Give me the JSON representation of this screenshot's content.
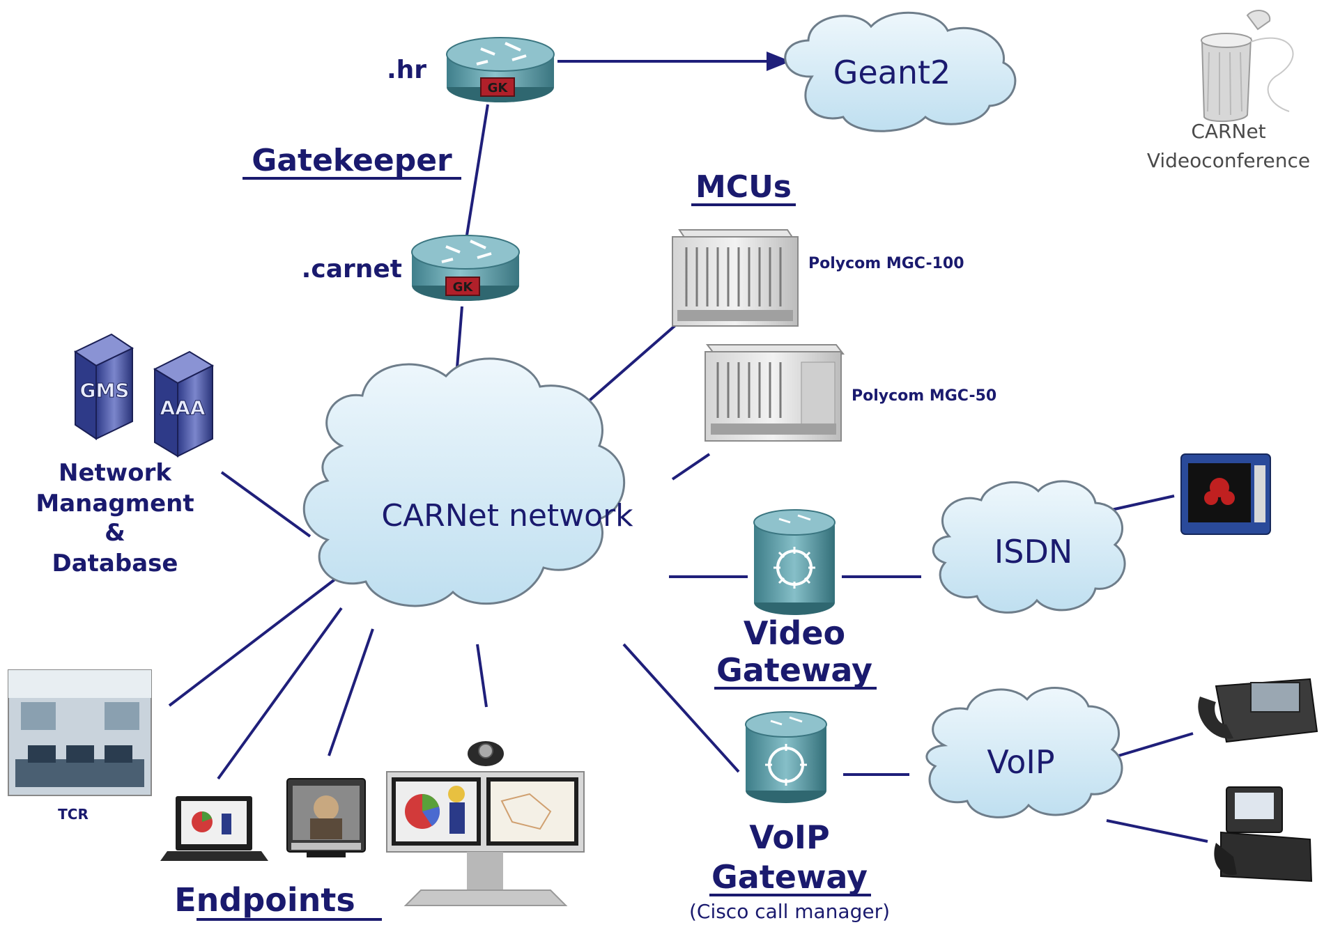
{
  "colors": {
    "line": "#1f1f7a",
    "label": "#1a1a6e",
    "cloud_fill": "#d6ebf6",
    "cloud_stroke": "#6e7d8a",
    "router_body": "#5d9aa6",
    "router_top": "#8fc2cc",
    "gk_tag": "#b0202a",
    "server": "#4a56a6"
  },
  "clouds": {
    "geant": "Geant2",
    "carnet": "CARNet network",
    "isdn": "ISDN",
    "voip": "VoIP"
  },
  "routers": {
    "hr": ".hr",
    "carnet": ".carnet",
    "gk_tag": "GK"
  },
  "sections": {
    "gatekeeper": "Gatekeeper",
    "mcus": "MCUs",
    "network_mgmt": [
      "Network",
      "Managment",
      "&",
      "Database"
    ],
    "video_gateway": [
      "Video",
      "Gateway"
    ],
    "voip_gateway": [
      "VoIP",
      "Gateway"
    ],
    "voip_gateway_sub": "(Cisco call manager)",
    "endpoints": "Endpoints"
  },
  "devices": {
    "mgc100": "Polycom MGC-100",
    "mgc50": "Polycom MGC-50",
    "gms": "GMS",
    "aaa": "AAA",
    "tcr": "TCR"
  },
  "logo": {
    "line1": "CARNet",
    "line2": "Videoconference"
  }
}
